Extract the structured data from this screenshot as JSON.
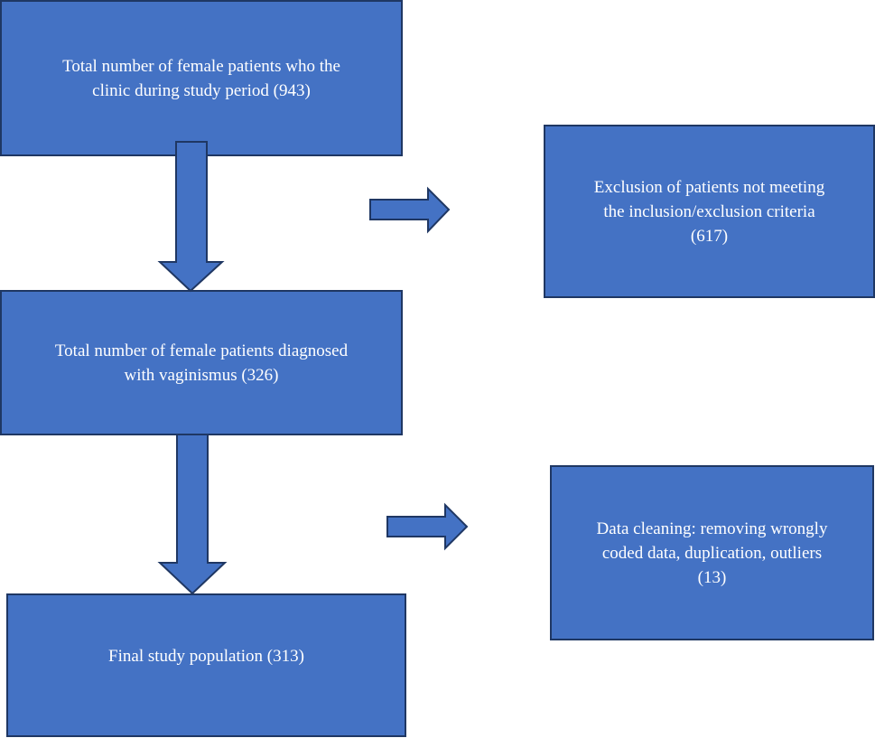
{
  "flowchart": {
    "colors": {
      "box_fill": "#4472c4",
      "box_border": "#1f3763",
      "text": "#ffffff",
      "background": "#ffffff"
    },
    "nodes": {
      "total": {
        "line1": "Total number of female patients who the",
        "line2": "clinic during study period (943)"
      },
      "diagnosed": {
        "line1": "Total number of female patients diagnosed",
        "line2": "with vaginismus (326)"
      },
      "final": {
        "line1": "Final study population (313)"
      },
      "exclusion": {
        "line1": "Exclusion of patients not meeting",
        "line2": "the inclusion/exclusion criteria",
        "line3": "(617)"
      },
      "cleaning": {
        "line1": "Data cleaning: removing wrongly",
        "line2": "coded data, duplication, outliers",
        "line3": "(13)"
      }
    },
    "edges": [
      {
        "from": "total",
        "to": "diagnosed",
        "direction": "down"
      },
      {
        "from": "diagnosed",
        "to": "final",
        "direction": "down"
      },
      {
        "from": "total-to-diagnosed",
        "to": "exclusion",
        "direction": "right"
      },
      {
        "from": "diagnosed-to-final",
        "to": "cleaning",
        "direction": "right"
      }
    ]
  }
}
